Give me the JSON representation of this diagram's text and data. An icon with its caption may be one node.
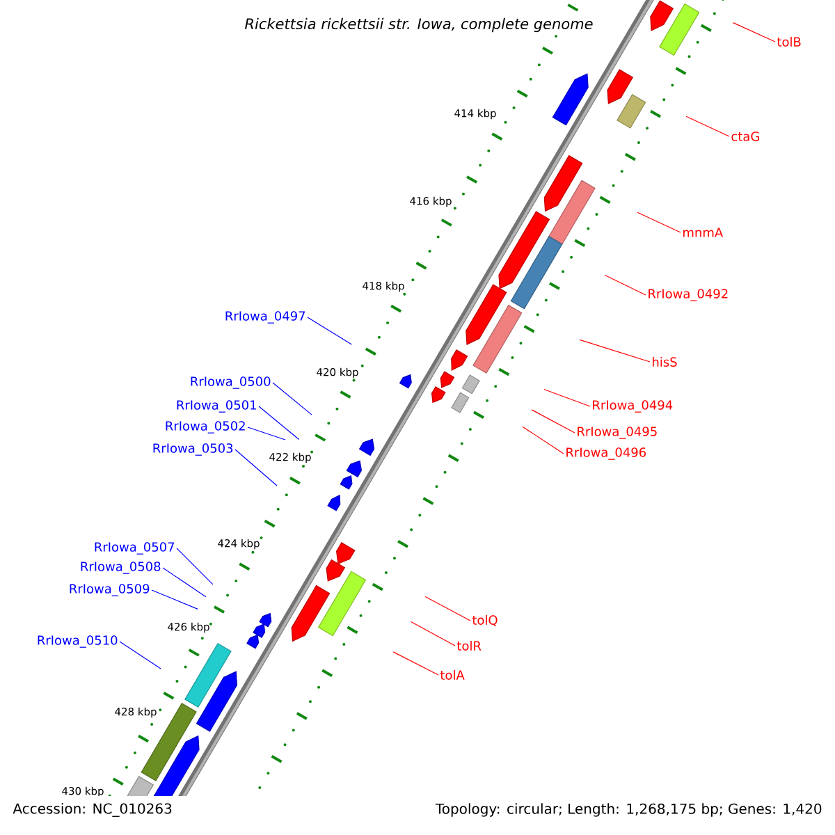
{
  "diagram": {
    "title": "Rickettsia rickettsii str. Iowa, complete genome",
    "nodes": [
      {
        "text": [
          "tolB"
        ]
      },
      {
        "text": [
          "ctaG"
        ]
      },
      {
        "text": [
          "mnmA"
        ]
      },
      {
        "text": [
          "RrIowa_0492"
        ]
      },
      {
        "text": [
          "RrIowa_0497"
        ]
      },
      {
        "text": [
          "hisS"
        ]
      },
      {
        "text": [
          "RrIowa_0500"
        ]
      },
      {
        "text": [
          "RrIowa_0494"
        ]
      },
      {
        "text": [
          "RrIowa_0501"
        ]
      },
      {
        "text": [
          "RrIowa_0502"
        ]
      },
      {
        "text": [
          "RrIowa_0495"
        ]
      },
      {
        "text": [
          "RrIowa_0503"
        ]
      },
      {
        "text": [
          "RrIowa_0496"
        ]
      },
      {
        "text": [
          "RrIowa_0507"
        ]
      },
      {
        "text": [
          "RrIowa_0508"
        ]
      },
      {
        "text": [
          "RrIowa_0509"
        ]
      },
      {
        "text": [
          "tolQ"
        ]
      },
      {
        "text": [
          "RrIowa_0510"
        ]
      },
      {
        "text": [
          "tolR"
        ]
      },
      {
        "text": [
          "tolA"
        ]
      }
    ],
    "edges": [
      {
        "from": 0,
        "to": null,
        "arrow": "none"
      },
      {
        "from": 1,
        "to": null,
        "arrow": "none"
      },
      {
        "from": 2,
        "to": null,
        "arrow": "none"
      },
      {
        "from": 3,
        "to": null,
        "arrow": "none"
      },
      {
        "from": 4,
        "to": null,
        "arrow": "none",
        "color": "#0000ff"
      },
      {
        "from": 5,
        "to": null,
        "arrow": "none"
      },
      {
        "from": 6,
        "to": null,
        "arrow": "none",
        "color": "#0000ff"
      },
      {
        "from": 7,
        "to": null,
        "arrow": "none"
      },
      {
        "from": 8,
        "to": null,
        "arrow": "none",
        "color": "#0000ff"
      },
      {
        "from": 9,
        "to": null,
        "arrow": "none",
        "color": "#0000ff"
      },
      {
        "from": 10,
        "to": null,
        "arrow": "none"
      },
      {
        "from": 11,
        "to": null,
        "arrow": "none",
        "color": "#0000ff"
      },
      {
        "from": 12,
        "to": null,
        "arrow": "none"
      },
      {
        "from": 13,
        "to": null,
        "arrow": "none",
        "color": "#0000ff"
      },
      {
        "from": 14,
        "to": null,
        "arrow": "none",
        "color": "#0000ff"
      },
      {
        "from": 15,
        "to": null,
        "arrow": "none",
        "color": "#0000ff"
      },
      {
        "from": 16,
        "to": null,
        "arrow": "none"
      },
      {
        "from": 17,
        "to": null,
        "arrow": "none",
        "color": "#0000ff"
      },
      {
        "from": 18,
        "to": null,
        "arrow": "none"
      },
      {
        "from": 19,
        "to": null,
        "arrow": "none"
      }
    ],
    "labels": [
      "414 kbp",
      "416 kbp",
      "418 kbp",
      "420 kbp",
      "422 kbp",
      "424 kbp",
      "426 kbp",
      "428 kbp",
      "430 kbp",
      "Accession: NC_010263",
      "Topology: circular; Length: 1,268,175 bp; Genes: 1,420"
    ]
  }
}
